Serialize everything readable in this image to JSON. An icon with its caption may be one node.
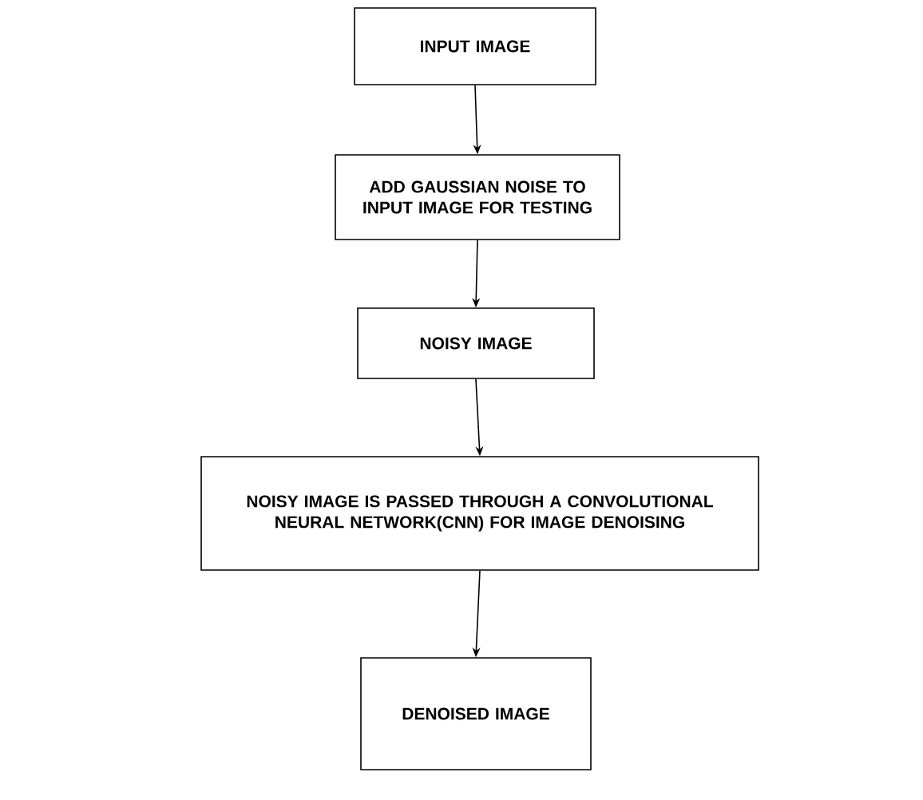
{
  "diagram": {
    "nodes": [
      {
        "text": [
          "INPUT IMAGE"
        ]
      },
      {
        "text": [
          "ADD GAUSSIAN NOISE TO INPUT IMAGE FOR TESTING"
        ]
      },
      {
        "text": [
          "NOISY IMAGE"
        ]
      },
      {
        "text": [
          "NOISY IMAGE IS PASSED THROUGH A CONVOLUTIONAL NEURAL NETWORK(CNN) FOR IMAGE DENOISING"
        ]
      },
      {
        "text": [
          "DENOISED IMAGE"
        ]
      }
    ],
    "edges": [
      {
        "from": 0,
        "to": 1,
        "arrow": "to"
      },
      {
        "from": 1,
        "to": 2,
        "arrow": "to"
      },
      {
        "from": 2,
        "to": 3,
        "arrow": "to"
      },
      {
        "from": 3,
        "to": 4,
        "arrow": "to"
      }
    ]
  }
}
